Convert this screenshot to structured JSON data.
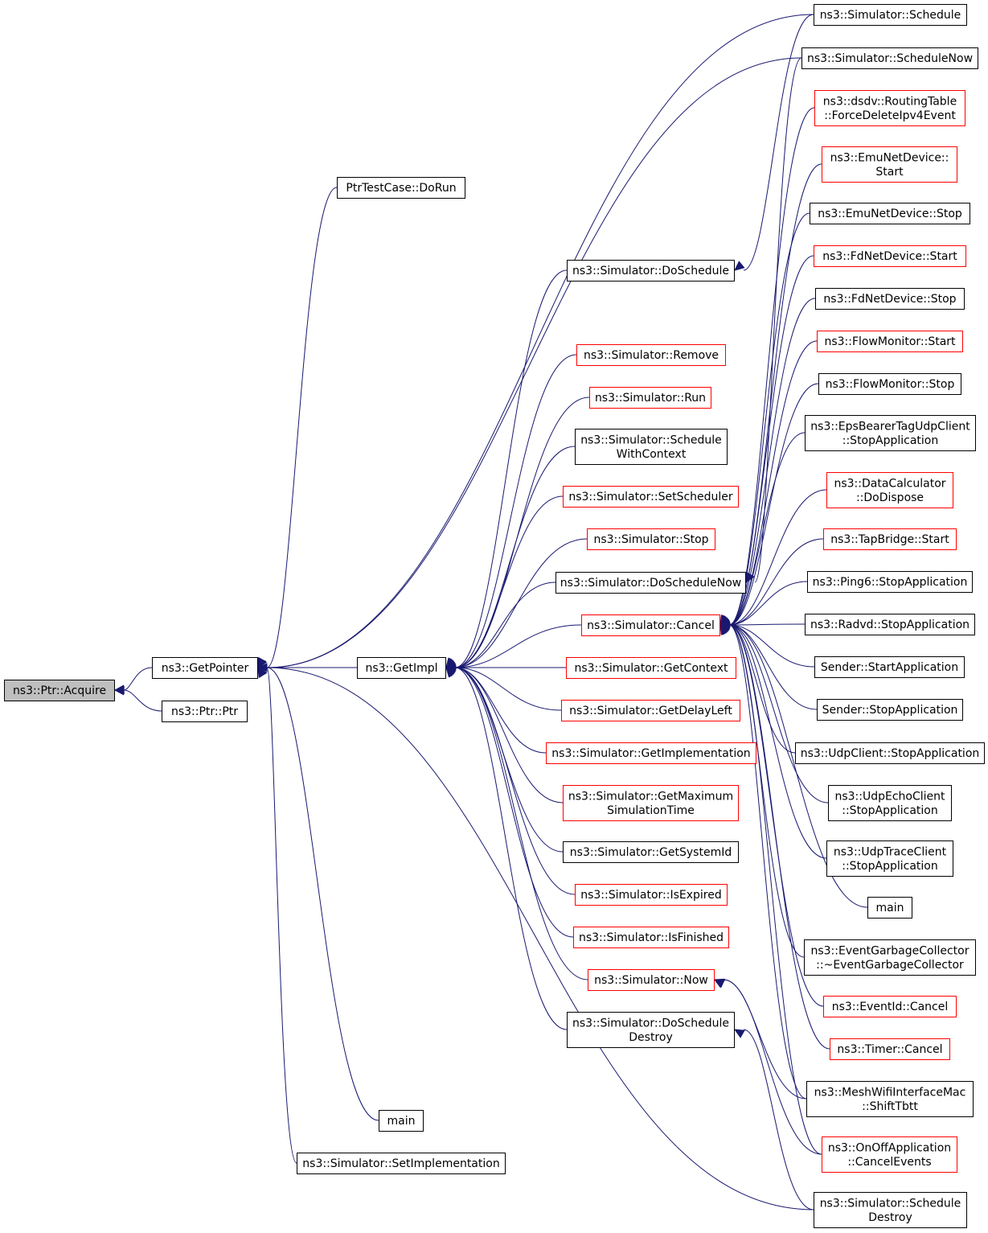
{
  "diagram": {
    "type": "call-graph",
    "nodes": [
      {
        "id": "acquire",
        "lines": [
          "ns3::Ptr::Acquire"
        ],
        "style": "focus"
      },
      {
        "id": "getpointer",
        "lines": [
          "ns3::GetPointer"
        ],
        "style": "normal"
      },
      {
        "id": "ptrptr",
        "lines": [
          "ns3::Ptr::Ptr"
        ],
        "style": "normal"
      },
      {
        "id": "ptrtestcase",
        "lines": [
          "PtrTestCase::DoRun"
        ],
        "style": "normal"
      },
      {
        "id": "getimpl",
        "lines": [
          "ns3::GetImpl"
        ],
        "style": "normal"
      },
      {
        "id": "main1",
        "lines": [
          "main"
        ],
        "style": "normal"
      },
      {
        "id": "setimpl",
        "lines": [
          "ns3::Simulator::SetImplementation"
        ],
        "style": "normal"
      },
      {
        "id": "doschedule",
        "lines": [
          "ns3::Simulator::DoSchedule"
        ],
        "style": "normal"
      },
      {
        "id": "remove",
        "lines": [
          "ns3::Simulator::Remove"
        ],
        "style": "incomplete"
      },
      {
        "id": "run",
        "lines": [
          "ns3::Simulator::Run"
        ],
        "style": "incomplete"
      },
      {
        "id": "schedwithctx",
        "lines": [
          "ns3::Simulator::Schedule",
          "WithContext"
        ],
        "style": "normal"
      },
      {
        "id": "setscheduler",
        "lines": [
          "ns3::Simulator::SetScheduler"
        ],
        "style": "incomplete"
      },
      {
        "id": "stop",
        "lines": [
          "ns3::Simulator::Stop"
        ],
        "style": "incomplete"
      },
      {
        "id": "doschednow",
        "lines": [
          "ns3::Simulator::DoScheduleNow"
        ],
        "style": "normal"
      },
      {
        "id": "cancel",
        "lines": [
          "ns3::Simulator::Cancel"
        ],
        "style": "incomplete"
      },
      {
        "id": "getcontext",
        "lines": [
          "ns3::Simulator::GetContext"
        ],
        "style": "incomplete"
      },
      {
        "id": "getdelayleft",
        "lines": [
          "ns3::Simulator::GetDelayLeft"
        ],
        "style": "incomplete"
      },
      {
        "id": "getimplementation",
        "lines": [
          "ns3::Simulator::GetImplementation"
        ],
        "style": "incomplete"
      },
      {
        "id": "getmaxsim",
        "lines": [
          "ns3::Simulator::GetMaximum",
          "SimulationTime"
        ],
        "style": "incomplete"
      },
      {
        "id": "getsystemid",
        "lines": [
          "ns3::Simulator::GetSystemId"
        ],
        "style": "normal"
      },
      {
        "id": "isexpired",
        "lines": [
          "ns3::Simulator::IsExpired"
        ],
        "style": "incomplete"
      },
      {
        "id": "isfinished",
        "lines": [
          "ns3::Simulator::IsFinished"
        ],
        "style": "incomplete"
      },
      {
        "id": "now",
        "lines": [
          "ns3::Simulator::Now"
        ],
        "style": "incomplete"
      },
      {
        "id": "doscheddestroy",
        "lines": [
          "ns3::Simulator::DoSchedule",
          "Destroy"
        ],
        "style": "normal"
      },
      {
        "id": "schedule",
        "lines": [
          "ns3::Simulator::Schedule"
        ],
        "style": "normal"
      },
      {
        "id": "schedulenow",
        "lines": [
          "ns3::Simulator::ScheduleNow"
        ],
        "style": "normal"
      },
      {
        "id": "dsdv",
        "lines": [
          "ns3::dsdv::RoutingTable",
          "::ForceDeleteIpv4Event"
        ],
        "style": "incomplete"
      },
      {
        "id": "emustart",
        "lines": [
          "ns3::EmuNetDevice::",
          "Start"
        ],
        "style": "incomplete"
      },
      {
        "id": "emustop",
        "lines": [
          "ns3::EmuNetDevice::Stop"
        ],
        "style": "normal"
      },
      {
        "id": "fdstart",
        "lines": [
          "ns3::FdNetDevice::Start"
        ],
        "style": "incomplete"
      },
      {
        "id": "fdstop",
        "lines": [
          "ns3::FdNetDevice::Stop"
        ],
        "style": "normal"
      },
      {
        "id": "fmstart",
        "lines": [
          "ns3::FlowMonitor::Start"
        ],
        "style": "incomplete"
      },
      {
        "id": "fmstop",
        "lines": [
          "ns3::FlowMonitor::Stop"
        ],
        "style": "normal"
      },
      {
        "id": "epsbearer",
        "lines": [
          "ns3::EpsBearerTagUdpClient",
          "::StopApplication"
        ],
        "style": "normal"
      },
      {
        "id": "datacalc",
        "lines": [
          "ns3::DataCalculator",
          "::DoDispose"
        ],
        "style": "incomplete"
      },
      {
        "id": "tapbridge",
        "lines": [
          "ns3::TapBridge::Start"
        ],
        "style": "incomplete"
      },
      {
        "id": "ping6",
        "lines": [
          "ns3::Ping6::StopApplication"
        ],
        "style": "normal"
      },
      {
        "id": "radvd",
        "lines": [
          "ns3::Radvd::StopApplication"
        ],
        "style": "normal"
      },
      {
        "id": "senderstart",
        "lines": [
          "Sender::StartApplication"
        ],
        "style": "normal"
      },
      {
        "id": "senderstop",
        "lines": [
          "Sender::StopApplication"
        ],
        "style": "normal"
      },
      {
        "id": "udpclient",
        "lines": [
          "ns3::UdpClient::StopApplication"
        ],
        "style": "normal"
      },
      {
        "id": "udpecho",
        "lines": [
          "ns3::UdpEchoClient",
          "::StopApplication"
        ],
        "style": "normal"
      },
      {
        "id": "udptrace",
        "lines": [
          "ns3::UdpTraceClient",
          "::StopApplication"
        ],
        "style": "normal"
      },
      {
        "id": "main2",
        "lines": [
          "main"
        ],
        "style": "normal"
      },
      {
        "id": "evgc",
        "lines": [
          "ns3::EventGarbageCollector",
          "::~EventGarbageCollector"
        ],
        "style": "normal"
      },
      {
        "id": "eventid",
        "lines": [
          "ns3::EventId::Cancel"
        ],
        "style": "incomplete"
      },
      {
        "id": "timer",
        "lines": [
          "ns3::Timer::Cancel"
        ],
        "style": "incomplete"
      },
      {
        "id": "mesh",
        "lines": [
          "ns3::MeshWifiInterfaceMac",
          "::ShiftTbtt"
        ],
        "style": "normal"
      },
      {
        "id": "onoff",
        "lines": [
          "ns3::OnOffApplication",
          "::CancelEvents"
        ],
        "style": "incomplete"
      },
      {
        "id": "scheddestroy",
        "lines": [
          "ns3::Simulator::Schedule",
          "Destroy"
        ],
        "style": "normal"
      }
    ],
    "edges": [
      [
        "getpointer",
        "acquire"
      ],
      [
        "ptrptr",
        "acquire"
      ],
      [
        "ptrtestcase",
        "getpointer"
      ],
      [
        "getimpl",
        "getpointer"
      ],
      [
        "main1",
        "getpointer"
      ],
      [
        "setimpl",
        "getpointer"
      ],
      [
        "schedule",
        "getpointer"
      ],
      [
        "schedulenow",
        "getpointer"
      ],
      [
        "scheddestroy",
        "getpointer"
      ],
      [
        "doschedule",
        "getimpl"
      ],
      [
        "remove",
        "getimpl"
      ],
      [
        "run",
        "getimpl"
      ],
      [
        "schedwithctx",
        "getimpl"
      ],
      [
        "setscheduler",
        "getimpl"
      ],
      [
        "stop",
        "getimpl"
      ],
      [
        "doschednow",
        "getimpl"
      ],
      [
        "cancel",
        "getimpl"
      ],
      [
        "getcontext",
        "getimpl"
      ],
      [
        "getdelayleft",
        "getimpl"
      ],
      [
        "getimplementation",
        "getimpl"
      ],
      [
        "getmaxsim",
        "getimpl"
      ],
      [
        "getsystemid",
        "getimpl"
      ],
      [
        "isexpired",
        "getimpl"
      ],
      [
        "isfinished",
        "getimpl"
      ],
      [
        "now",
        "getimpl"
      ],
      [
        "doscheddestroy",
        "getimpl"
      ],
      [
        "schedule",
        "doschedule"
      ],
      [
        "schedulenow",
        "doschednow"
      ],
      [
        "scheddestroy",
        "doscheddestroy"
      ],
      [
        "dsdv",
        "cancel"
      ],
      [
        "emustart",
        "cancel"
      ],
      [
        "emustop",
        "cancel"
      ],
      [
        "fdstart",
        "cancel"
      ],
      [
        "fdstop",
        "cancel"
      ],
      [
        "fmstart",
        "cancel"
      ],
      [
        "fmstop",
        "cancel"
      ],
      [
        "epsbearer",
        "cancel"
      ],
      [
        "datacalc",
        "cancel"
      ],
      [
        "tapbridge",
        "cancel"
      ],
      [
        "ping6",
        "cancel"
      ],
      [
        "radvd",
        "cancel"
      ],
      [
        "senderstart",
        "cancel"
      ],
      [
        "senderstop",
        "cancel"
      ],
      [
        "udpclient",
        "cancel"
      ],
      [
        "udpecho",
        "cancel"
      ],
      [
        "udptrace",
        "cancel"
      ],
      [
        "main2",
        "cancel"
      ],
      [
        "evgc",
        "cancel"
      ],
      [
        "eventid",
        "cancel"
      ],
      [
        "timer",
        "cancel"
      ],
      [
        "mesh",
        "cancel"
      ],
      [
        "onoff",
        "cancel"
      ],
      [
        "mesh",
        "now"
      ],
      [
        "onoff",
        "now"
      ]
    ],
    "colors": {
      "edge": "#191970",
      "normal_border": "#000000",
      "incomplete_border": "#ff0000",
      "focus_fill": "#bfbfbf",
      "node_fill": "#ffffff"
    }
  }
}
